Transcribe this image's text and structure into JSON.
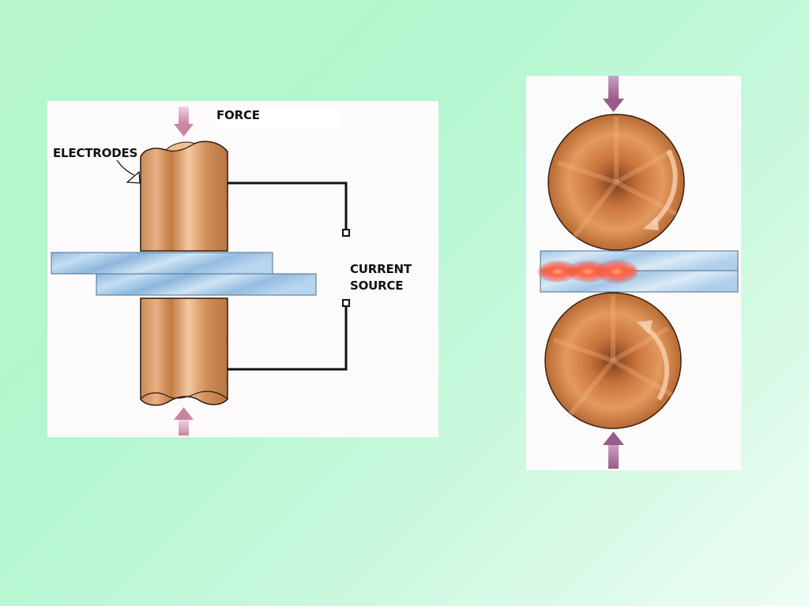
{
  "spot_welding": {
    "force_label": "FORCE",
    "electrodes_label": "ELECTRODES",
    "current_label": "CURRENT",
    "source_label": "SOURCE"
  },
  "colors": {
    "copper": "#d98f55",
    "copper_dark": "#b06a38",
    "steel_sheet": "#a9cbe8",
    "force_arrow": "#c98ab4",
    "weld_glow": "#ff2a1a",
    "wire": "#111111"
  }
}
